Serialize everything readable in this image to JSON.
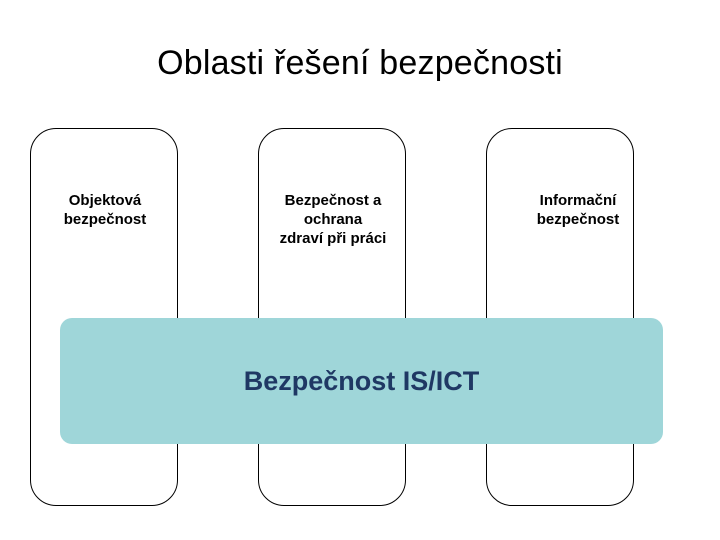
{
  "slide": {
    "title": "Oblasti řešení bezpečnosti",
    "background_color": "#ffffff"
  },
  "diagram": {
    "type": "pillars-on-base",
    "pillars": [
      {
        "label": "Objektová\nbezpečnost",
        "line1": "Objektová",
        "line2": "bezpečnost"
      },
      {
        "label": "Bezpečnost a ochrana zdraví při práci",
        "line1": "Bezpečnost a",
        "line2": "ochrana",
        "line3": "zdraví při práci"
      },
      {
        "label": "Informační bezpečnost",
        "line1": "Informační",
        "line2": "bezpečnost"
      }
    ],
    "base": {
      "label": "Bezpečnost IS/ICT",
      "fill_color": "#9fd6d9",
      "text_color": "#1f3864"
    },
    "outline_color": "#000000"
  }
}
